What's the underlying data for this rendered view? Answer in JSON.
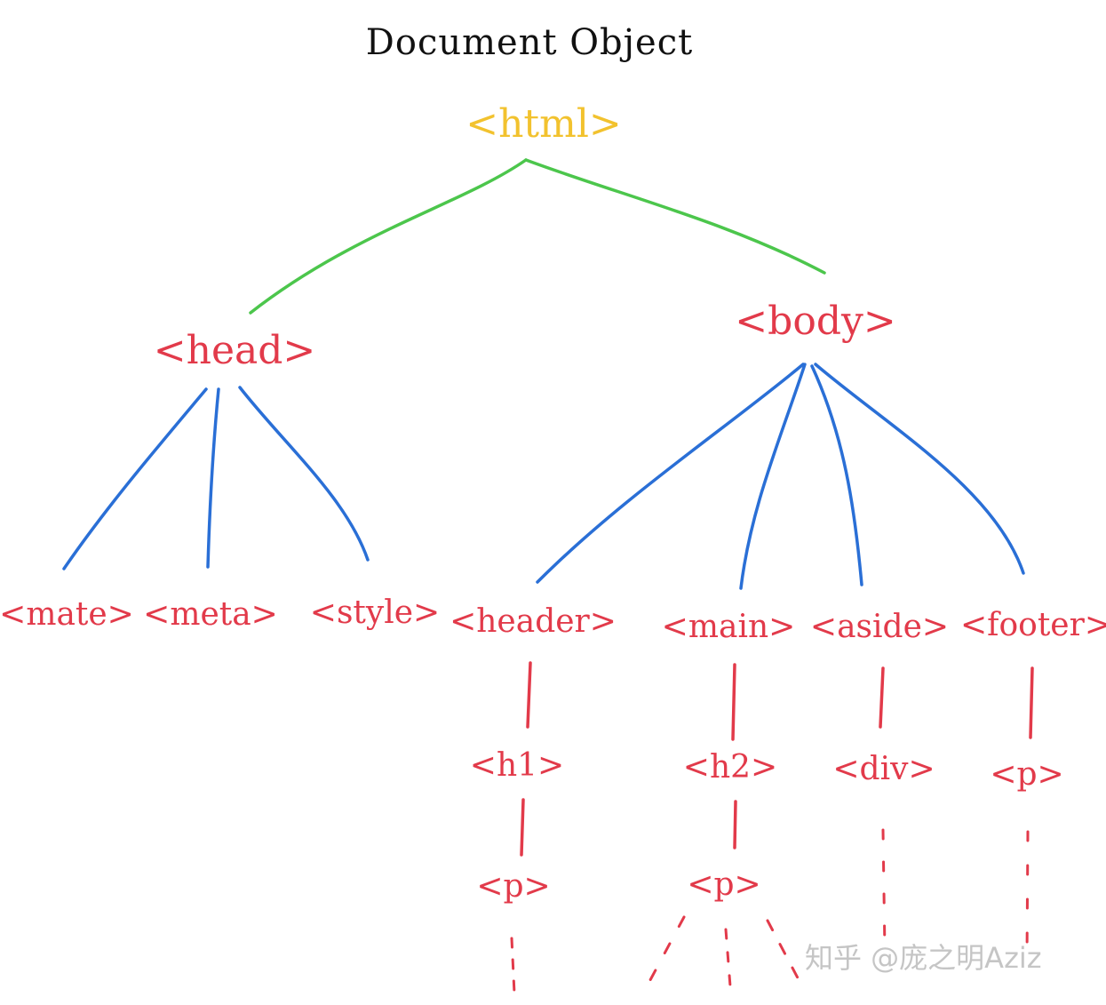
{
  "title": "Document   Object",
  "colors": {
    "root": "#f2c22e",
    "element": "#e23a4a",
    "root_edges": "#4cc64c",
    "child_edges": "#2a6fd6",
    "title": "#111111"
  },
  "nodes": {
    "html": "<html>",
    "head": "<head>",
    "body": "<body>",
    "mate": "<mate>",
    "meta": "<meta>",
    "style": "<style>",
    "header": "<header>",
    "main": "<main>",
    "aside": "<aside>",
    "footer": "<footer>",
    "h1": "<h1>",
    "h2": "<h2>",
    "div": "<div>",
    "p_footer": "<p>",
    "p_header": "<p>",
    "p_main": "<p>"
  },
  "watermark": "知乎 @庞之明Aziz"
}
